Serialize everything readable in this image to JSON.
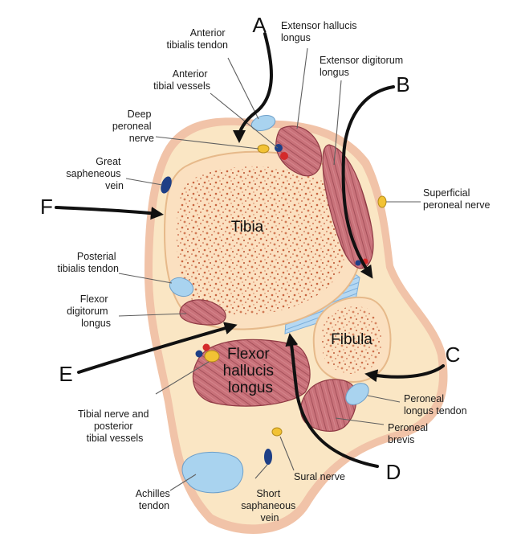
{
  "letters": {
    "a": "A",
    "b": "B",
    "c": "C",
    "d": "D",
    "e": "E",
    "f": "F"
  },
  "labels": {
    "anterior_tibialis_tendon": [
      "Anterior",
      "tibialis tendon"
    ],
    "extensor_hallucis_longus": [
      "Extensor hallucis",
      "longus"
    ],
    "extensor_digitorum_longus": [
      "Extensor digitorum",
      "longus"
    ],
    "anterior_tibial_vessels": [
      "Anterior",
      "tibial vessels"
    ],
    "deep_peroneal_nerve": [
      "Deep",
      "peroneal",
      "nerve"
    ],
    "great_saphenous_vein": [
      "Great",
      "sapheneous",
      "vein"
    ],
    "superficial_peroneal_nerve": [
      "Superficial",
      "peroneal nerve"
    ],
    "posterior_tibialis_tendon": [
      "Posterial",
      "tibialis tendon"
    ],
    "flexor_digitorum_longus": [
      "Flexor",
      "digitorum",
      "longus"
    ],
    "tibial_nerve_vessels": [
      "Tibial nerve and",
      "posterior",
      "tibial vessels"
    ],
    "peroneal_longus_tendon": [
      "Peroneal",
      "longus tendon"
    ],
    "peroneal_brevis": [
      "Peroneal",
      "brevis"
    ],
    "sural_nerve": [
      "Sural nerve"
    ],
    "achilles_tendon": [
      "Achilles",
      "tendon"
    ],
    "short_saphenous_vein": [
      "Short",
      "saphaneous",
      "vein"
    ]
  },
  "structures": {
    "tibia": "Tibia",
    "fibula": "Fibula",
    "flexor_hallucis_longus": [
      "Flexor",
      "hallucis",
      "longus"
    ]
  },
  "colors": {
    "skin": "#f1c3a8",
    "tissue": "#fae6c4",
    "bone_fill": "#fbe0c0",
    "bone_speckle": "#c9643f",
    "muscle": "#c9727a",
    "tendon": "#a9d3ef",
    "vein": "#1e3f86",
    "artery": "#d42a2a",
    "nerve": "#f2c234",
    "membrane": "#9cc8ea"
  }
}
